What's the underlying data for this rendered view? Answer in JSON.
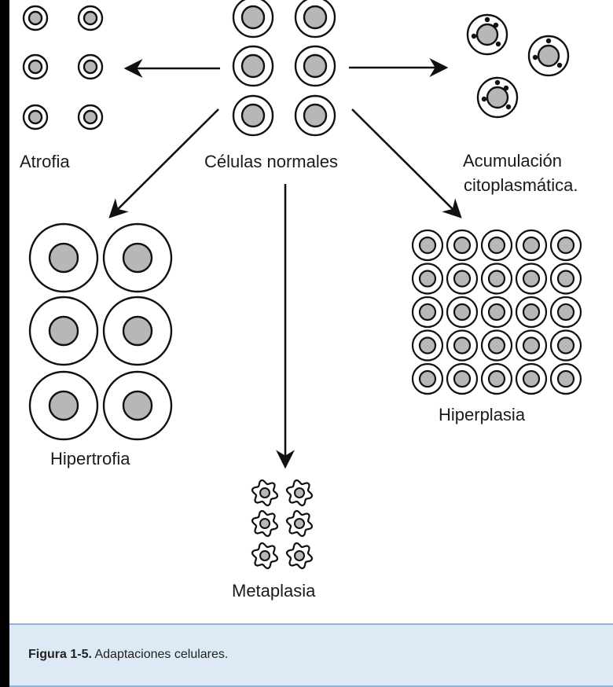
{
  "colors": {
    "background": "#000000",
    "figure_bg": "#ffffff",
    "caption_bg": "#dde9f5",
    "caption_border": "#8fb4da",
    "cell_outline": "#111111",
    "nucleus_fill": "#b7b7b7"
  },
  "labels": {
    "atrofia": "Atrofia",
    "normales": "Células normales",
    "acumulacion_1": "Acumulación",
    "acumulacion_2": "citoplasmática.",
    "hipertrofia": "Hipertrofia",
    "hiperplasia": "Hiperplasia",
    "metaplasia": "Metaplasia"
  },
  "caption": {
    "number": "Figura 1-5.",
    "text": "Adaptaciones celulares."
  }
}
